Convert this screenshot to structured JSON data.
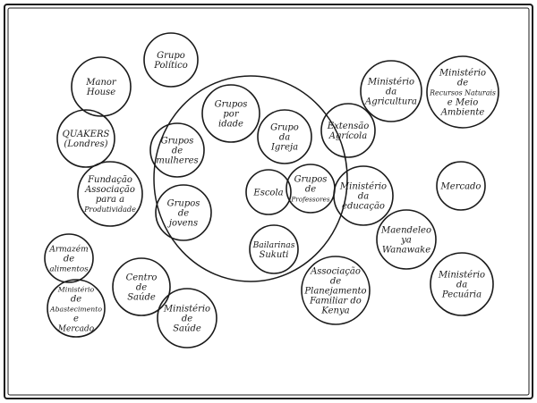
{
  "colors": {
    "ink": "#1a1a1a",
    "paper": "#ffffff"
  },
  "circles": [
    {
      "id": "grupo-politico",
      "lines": [
        "Grupo",
        "Político"
      ]
    },
    {
      "id": "manor-house",
      "lines": [
        "Manor",
        "House"
      ]
    },
    {
      "id": "quakers",
      "lines": [
        "QUAKERS",
        "(Londres)"
      ]
    },
    {
      "id": "fundacao",
      "lines": [
        "Fundação",
        "Associação",
        "para a",
        "Produtividade"
      ]
    },
    {
      "id": "grupos-idade",
      "lines": [
        "Grupos",
        "por",
        "idade"
      ]
    },
    {
      "id": "grupos-mulheres",
      "lines": [
        "Grupos",
        "de",
        "mulheres"
      ]
    },
    {
      "id": "grupo-igreja",
      "lines": [
        "Grupo",
        "da",
        "Igreja"
      ]
    },
    {
      "id": "grupos-jovens",
      "lines": [
        "Grupos",
        "de",
        "jovens"
      ]
    },
    {
      "id": "escola",
      "lines": [
        "Escola"
      ]
    },
    {
      "id": "grupos-professores",
      "lines": [
        "Grupos",
        "de",
        "Professores"
      ]
    },
    {
      "id": "bailarinas",
      "lines": [
        "Bailarinas",
        "Sukuti"
      ]
    },
    {
      "id": "extensao",
      "lines": [
        "Extensão",
        "Agrícola"
      ]
    },
    {
      "id": "min-agricultura",
      "lines": [
        "Ministério",
        "da",
        "Agricultura"
      ]
    },
    {
      "id": "min-recursos",
      "lines": [
        "Ministério",
        "de",
        "Recursos Naturais",
        "e Meio",
        "Ambiente"
      ]
    },
    {
      "id": "min-educacao",
      "lines": [
        "Ministério",
        "da",
        "educação"
      ]
    },
    {
      "id": "mercado",
      "lines": [
        "Mercado"
      ]
    },
    {
      "id": "maendeleo",
      "lines": [
        "Maendeleo",
        "ya",
        "Wanawake"
      ]
    },
    {
      "id": "armazem",
      "lines": [
        "Armazém",
        "de",
        "alimentos"
      ]
    },
    {
      "id": "min-abastecimento",
      "lines": [
        "Ministério",
        "de",
        "Abastecimento",
        "e",
        "Mercado"
      ]
    },
    {
      "id": "centro-saude",
      "lines": [
        "Centro",
        "de",
        "Saúde"
      ]
    },
    {
      "id": "min-saude",
      "lines": [
        "Ministério",
        "de",
        "Saúde"
      ]
    },
    {
      "id": "associacao-planejamento",
      "lines": [
        "Associação",
        "de",
        "Planejamento",
        "Familiar do",
        "Kenya"
      ]
    },
    {
      "id": "min-pecuaria",
      "lines": [
        "Ministério",
        "da",
        "Pecuária"
      ]
    }
  ]
}
